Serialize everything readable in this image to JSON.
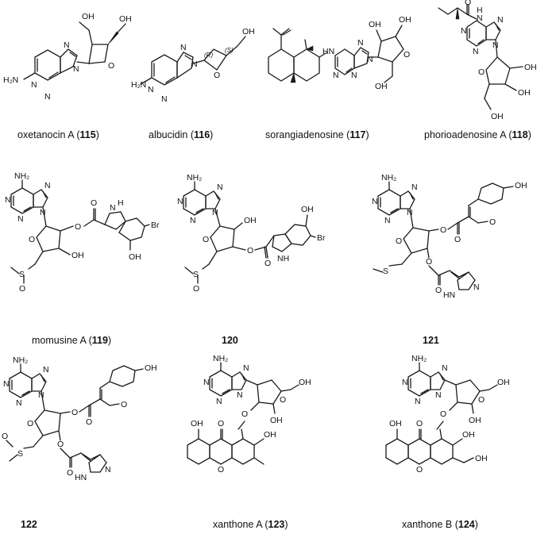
{
  "figure": {
    "compounds": [
      {
        "id": "115",
        "name": "oxetanocin A",
        "caption_prefix": "oxetanocin  A (",
        "number": "115",
        "caption_suffix": ")",
        "groups": [
          "OH",
          "OH",
          "H₂N",
          "N",
          "N",
          "N",
          "N"
        ]
      },
      {
        "id": "116",
        "name": "albucidin",
        "caption_prefix": "albucidin (",
        "number": "116",
        "caption_suffix": ")",
        "groups": [
          "OH",
          "H₂N",
          "N",
          "N",
          "N",
          "N",
          "O",
          "(R)",
          "(S)"
        ]
      },
      {
        "id": "117",
        "name": "sorangiadenosine",
        "caption_prefix": "sorangiadenosine (",
        "number": "117",
        "caption_suffix": ")",
        "groups": [
          "HN",
          "N",
          "N",
          "N",
          "N",
          "O",
          "OH",
          "OH",
          "OH"
        ]
      },
      {
        "id": "118",
        "name": "phorioadenosine A",
        "caption_prefix": "phorioadenosine A (",
        "number": "118",
        "caption_suffix": ")",
        "groups": [
          "O",
          "H",
          "N",
          "N",
          "N",
          "N",
          "N",
          "O",
          "OH",
          "OH",
          "OH"
        ]
      },
      {
        "id": "119",
        "name": "momusine A",
        "caption_prefix": "momusine A (",
        "number": "119",
        "caption_suffix": ")",
        "groups": [
          "NH₂",
          "N",
          "N",
          "N",
          "N",
          "O",
          "O",
          "O",
          "OH",
          "OH",
          "H",
          "N",
          "Br",
          "S",
          "O"
        ]
      },
      {
        "id": "120",
        "name": "",
        "caption_prefix": "",
        "number": "120",
        "caption_suffix": "",
        "groups": [
          "NH₂",
          "N",
          "N",
          "N",
          "N",
          "O",
          "OH",
          "O",
          "O",
          "OH",
          "Br",
          "NH",
          "S",
          "O"
        ]
      },
      {
        "id": "121",
        "name": "",
        "caption_prefix": "",
        "number": "121",
        "caption_suffix": "",
        "groups": [
          "NH₂",
          "N",
          "N",
          "N",
          "N",
          "O",
          "O",
          "O",
          "O",
          "O",
          "OH",
          "S",
          "HN",
          "N"
        ]
      },
      {
        "id": "122",
        "name": "",
        "caption_prefix": "",
        "number": "122",
        "caption_suffix": "",
        "groups": [
          "NH₂",
          "N",
          "N",
          "N",
          "N",
          "O",
          "O",
          "O",
          "O",
          "O",
          "OH",
          "O",
          "S",
          "HN",
          "N"
        ]
      },
      {
        "id": "123",
        "name": "xanthone A",
        "caption_prefix": "xanthone A (",
        "number": "123",
        "caption_suffix": ")",
        "groups": [
          "NH₂",
          "N",
          "N",
          "N",
          "N",
          "O",
          "OH",
          "OH",
          "O",
          "OH",
          "O",
          "OH",
          "O"
        ]
      },
      {
        "id": "124",
        "name": "xanthone B",
        "caption_prefix": "xanthone B (",
        "number": "124",
        "caption_suffix": ")",
        "groups": [
          "NH₂",
          "N",
          "N",
          "N",
          "N",
          "O",
          "OH",
          "OH",
          "O",
          "OH",
          "O",
          "OH",
          "O",
          "OH"
        ]
      }
    ]
  }
}
